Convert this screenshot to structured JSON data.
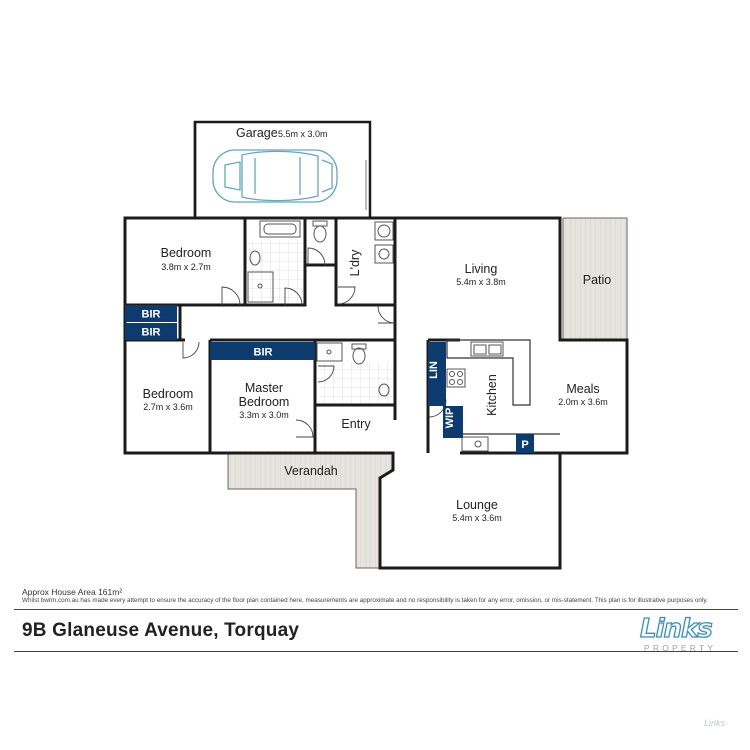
{
  "colors": {
    "wall": "#1b1b1b",
    "tag_fill": "#0d3b6e",
    "outdoor": "#e7e4df",
    "logo_accent": "#3f8fb2"
  },
  "rooms": {
    "garage": {
      "name": "Garage",
      "dims": "5.5m x 3.0m"
    },
    "bedroom1": {
      "name": "Bedroom",
      "dims": "3.8m x 2.7m"
    },
    "laundry": {
      "name": "L'dry"
    },
    "living": {
      "name": "Living",
      "dims": "5.4m x 3.8m"
    },
    "patio": {
      "name": "Patio"
    },
    "bedroom2": {
      "name": "Bedroom",
      "dims": "2.7m x 3.6m"
    },
    "master": {
      "name_line1": "Master",
      "name_line2": "Bedroom",
      "dims": "3.3m x 3.0m"
    },
    "entry": {
      "name": "Entry"
    },
    "kitchen": {
      "name": "Kitchen"
    },
    "meals": {
      "name": "Meals",
      "dims": "2.0m x 3.6m"
    },
    "verandah": {
      "name": "Verandah"
    },
    "lounge": {
      "name": "Lounge",
      "dims": "5.4m x 3.6m"
    }
  },
  "tags": {
    "bir1": "BIR",
    "bir2": "BIR",
    "bir3": "BIR",
    "lin": "LIN",
    "wip": "WIP",
    "pantry": "P"
  },
  "icons": [
    "car-icon",
    "bath-icon",
    "toilet-icon",
    "shower-icon",
    "vanity-icon",
    "washer-icon",
    "sink-icon",
    "cooktop-icon",
    "door-swing-icon"
  ],
  "footer": {
    "area": "Approx House Area 161m²",
    "disclaimer": "Whilst bwrm.com.au has made every attempt to ensure the accuracy of the floor plan contained here, measurements are approximate and no responsibility is taken for any error, omission, or mis-statement. This plan is for illustrative purposes only.",
    "address": "9B Glaneuse Avenue, Torquay"
  },
  "logo": {
    "word": "Links",
    "sub": "PROPERTY",
    "watermark": "Links"
  }
}
